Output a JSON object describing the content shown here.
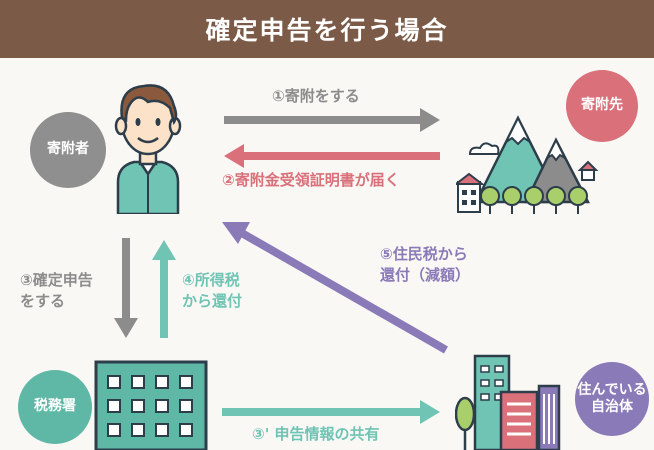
{
  "title": "確定申告を行う場合",
  "nodes": {
    "donor": "寄附者",
    "recipient": "寄附先",
    "tax_office": "税務署",
    "municipality_line1": "住んでいる",
    "municipality_line2": "自治体"
  },
  "steps": {
    "step1": "①寄附をする",
    "step2": "②寄附金受領証明書が届く",
    "step3_line1": "③確定申告",
    "step3_line2": "をする",
    "step3b": "③' 申告情報の共有",
    "step4_line1": "④所得税",
    "step4_line2": "から還付",
    "step5_line1": "⑤住民税から",
    "step5_line2": "還付（減額）"
  },
  "colors": {
    "header": "#7b5a47",
    "gray": "#8c8c8c",
    "red": "#d9707a",
    "teal": "#6fc4b4",
    "purple": "#8a7ab8",
    "donor_circle": "#8f8f8f",
    "recipient_circle": "#d9707a",
    "tax_circle": "#5fb8a6",
    "municipality_circle": "#8a7ab8"
  },
  "icons": [
    "person-icon",
    "mountain-village-icon",
    "office-building-icon",
    "city-buildings-icon"
  ]
}
